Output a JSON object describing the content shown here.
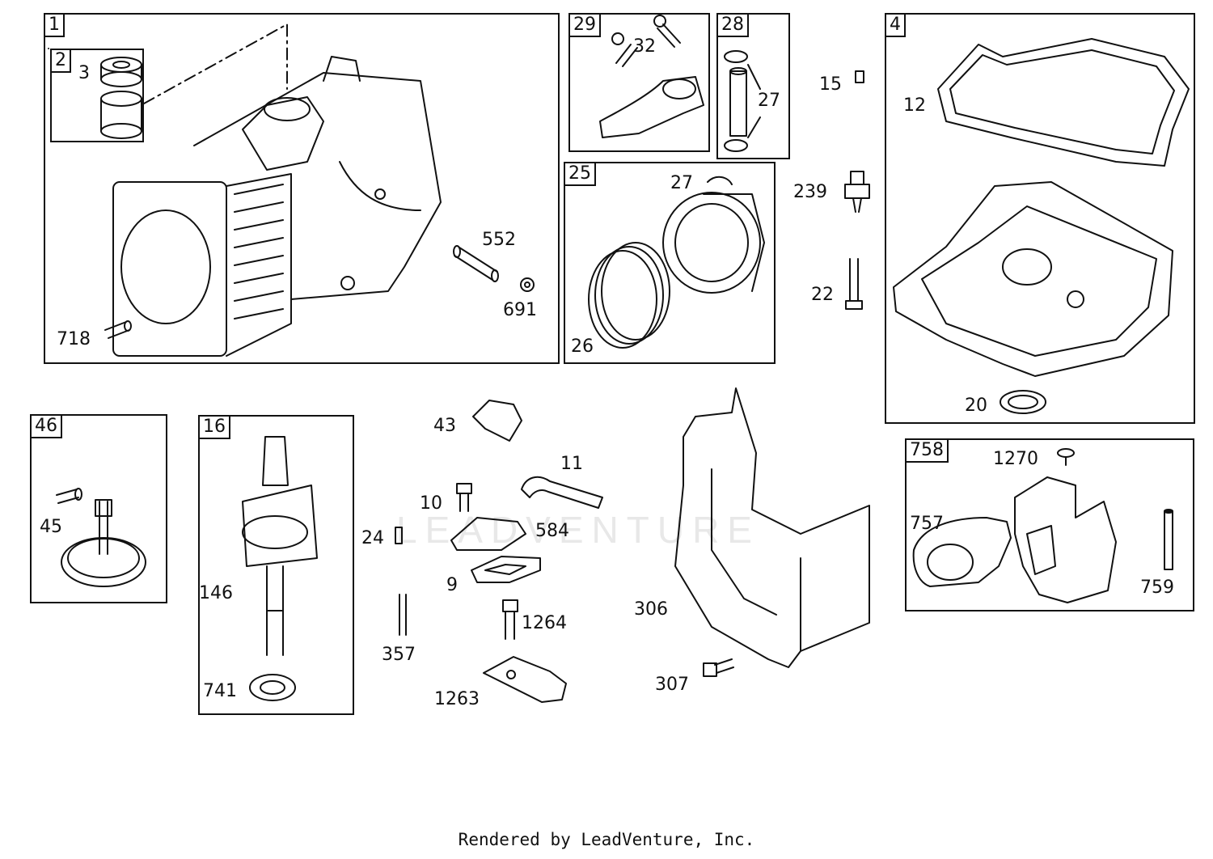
{
  "boxes": [
    {
      "id": "b1",
      "tag": "1"
    },
    {
      "id": "b2",
      "tag": "2"
    },
    {
      "id": "b29",
      "tag": "29"
    },
    {
      "id": "b28",
      "tag": "28"
    },
    {
      "id": "b25",
      "tag": "25"
    },
    {
      "id": "b4",
      "tag": "4"
    },
    {
      "id": "b46",
      "tag": "46"
    },
    {
      "id": "b16",
      "tag": "16"
    },
    {
      "id": "b758",
      "tag": "758"
    }
  ],
  "labels": {
    "l3": "3",
    "l552": "552",
    "l691": "691",
    "l718": "718",
    "l32": "32",
    "l27a": "27",
    "l27b": "27",
    "l26": "26",
    "l15": "15",
    "l239": "239",
    "l22": "22",
    "l12": "12",
    "l20": "20",
    "l45": "45",
    "l146": "146",
    "l741": "741",
    "l43": "43",
    "l11": "11",
    "l10": "10",
    "l584": "584",
    "l24": "24",
    "l9": "9",
    "l357": "357",
    "l1264": "1264",
    "l1263": "1263",
    "l306": "306",
    "l307": "307",
    "l1270": "1270",
    "l757": "757",
    "l759": "759"
  },
  "watermark": "LEADVENTURE",
  "footer": "Rendered by LeadVenture, Inc."
}
